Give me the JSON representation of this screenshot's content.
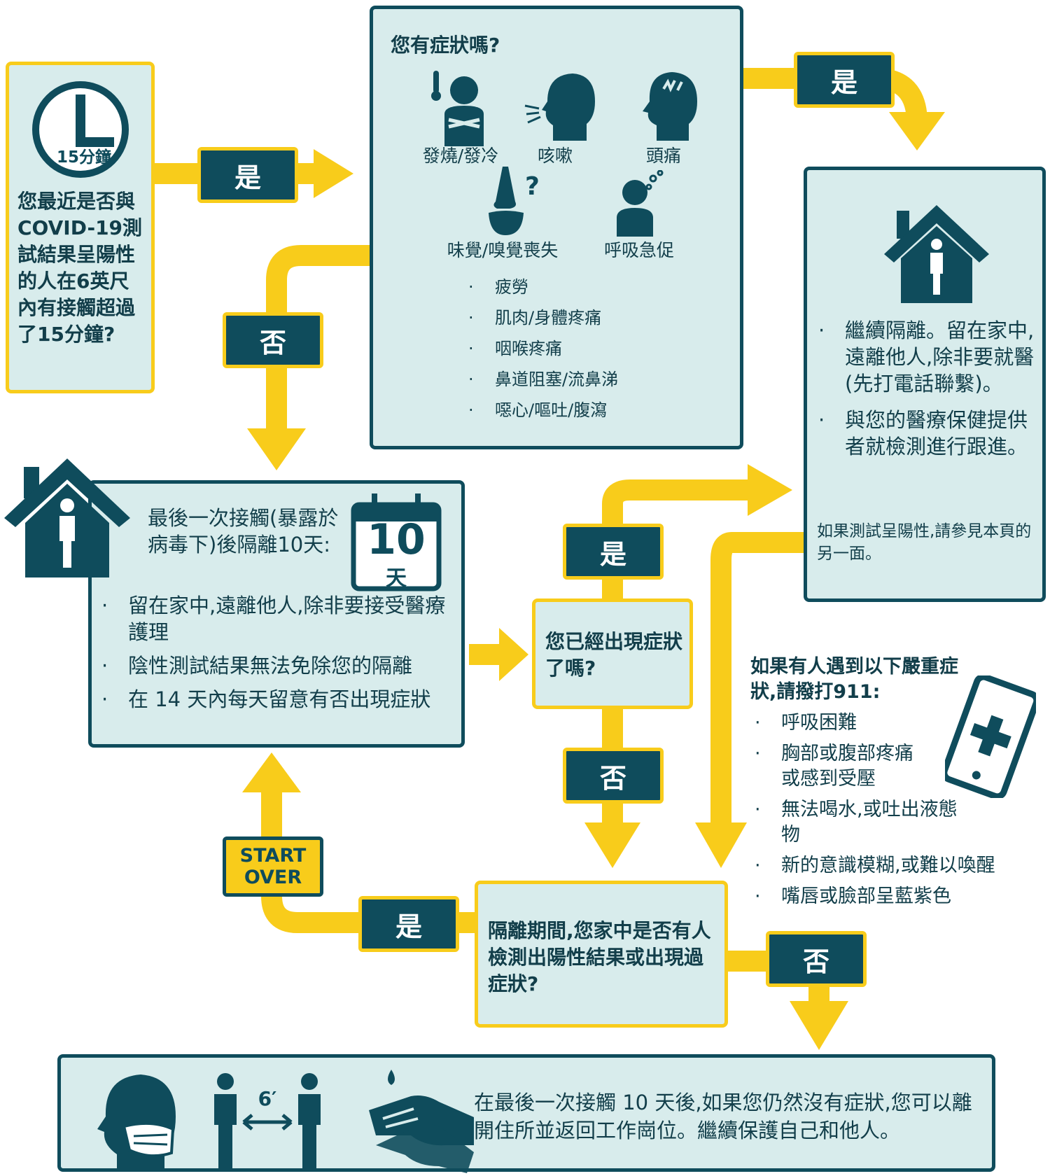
{
  "exposure": {
    "clock_text": "15分鐘",
    "question": "您最近是否與COVID-19測試結果呈陽性的人在6英尺內有接觸超過了15分鐘?"
  },
  "symptoms": {
    "title": "您有症狀嗎?",
    "icons": [
      {
        "icon": "fever-chills-icon",
        "label": "發燒/發冷"
      },
      {
        "icon": "cough-icon",
        "label": "咳嗽"
      },
      {
        "icon": "headache-icon",
        "label": "頭痛"
      },
      {
        "icon": "loss-of-taste-smell-icon",
        "label": "味覺/嗅覺喪失"
      },
      {
        "icon": "shortness-of-breath-icon",
        "label": "呼吸急促"
      }
    ],
    "list": [
      "疲勞",
      "肌肉/身體疼痛",
      "咽喉疼痛",
      "鼻道阻塞/流鼻涕",
      "噁心/嘔吐/腹瀉"
    ]
  },
  "labels": {
    "yes": "是",
    "no": "否",
    "start_over_1": "START",
    "start_over_2": "OVER"
  },
  "isolate_box": {
    "bullets": [
      "繼續隔離。留在家中,遠離他人,除非要就醫(先打電話聯繫)。",
      "與您的醫療保健提供者就檢測進行跟進。"
    ],
    "note": "如果測試呈陽性,請參見本頁的另一面。"
  },
  "quarantine_box": {
    "calendar_number": "10",
    "calendar_unit": "天",
    "intro": "最後一次接觸(暴露於病毒下)後隔離10天:",
    "bullets": [
      "留在家中,遠離他人,除非要接受醫療護理",
      "陰性測試結果無法免除您的隔離",
      "在 14 天內每天留意有否出現症狀"
    ]
  },
  "q_symptoms_now": "您已經出現症狀了嗎?",
  "q_household": "隔離期間,您家中是否有人檢測出陽性結果或出現過症狀?",
  "emergency": {
    "title": "如果有人遇到以下嚴重症狀,請撥打911:",
    "list": [
      "呼吸困難",
      "胸部或腹部疼痛或感到受壓",
      "無法喝水,或吐出液態物",
      "新的意識模糊,或難以喚醒",
      "嘴唇或臉部呈藍紫色"
    ]
  },
  "final": {
    "distance_label": "6′",
    "text": "在最後一次接觸 10 天後,如果您仍然沒有症狀,您可以離開住所並返回工作崗位。繼續保護自己和他人。"
  },
  "colors": {
    "teal": "#0f4c5c",
    "gold": "#f8cc1b",
    "box_fill": "#d8ecec"
  }
}
